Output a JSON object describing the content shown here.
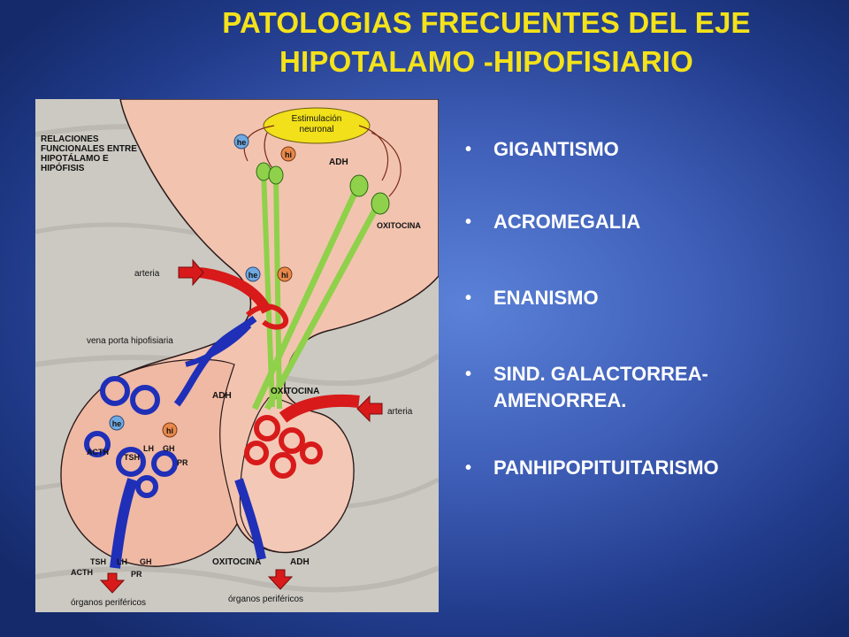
{
  "slide": {
    "title_line1": "PATOLOGIAS FRECUENTES DEL EJE",
    "title_line2": "HIPOTALAMO -HIPOFISIARIO",
    "bullets": [
      {
        "label": "GIGANTISMO"
      },
      {
        "label": "ACROMEGALIA"
      },
      {
        "label": "ENANISMO"
      },
      {
        "label": "SIND. GALACTORREA-AMENORREA.",
        "line1": "SIND. GALACTORREA-",
        "line2": "AMENORREA."
      },
      {
        "label": "PANHIPOPITUITARISMO"
      }
    ],
    "bullet_glyph": "•"
  },
  "figure": {
    "heading_lines": [
      "RELACIONES",
      "FUNCIONALES ENTRE",
      "HIPOTÁLAMO E",
      "HIPÓFISIS"
    ],
    "stimulation_line1": "Estimulación",
    "stimulation_line2": "neuronal",
    "he_label": "he",
    "hi_label": "hi",
    "adh_label": "ADH",
    "oxitocina_label": "OXITOCINA",
    "arteria_label": "arteria",
    "vena_porta_label": "vena porta hipofisiaria",
    "acth_label": "ACTH",
    "tsh_label": "TSH",
    "lh_label": "LH",
    "gh_label": "GH",
    "pr_label": "PR",
    "organos_label": "órganos periféricos",
    "colors": {
      "tissue": "#f2c4b0",
      "tissue_edge": "#2a1a1a",
      "nerve_green": "#8fd14a",
      "artery_red": "#d81a1a",
      "vein_blue": "#1f2fb8",
      "stimulation_yellow": "#f1e01a"
    }
  }
}
